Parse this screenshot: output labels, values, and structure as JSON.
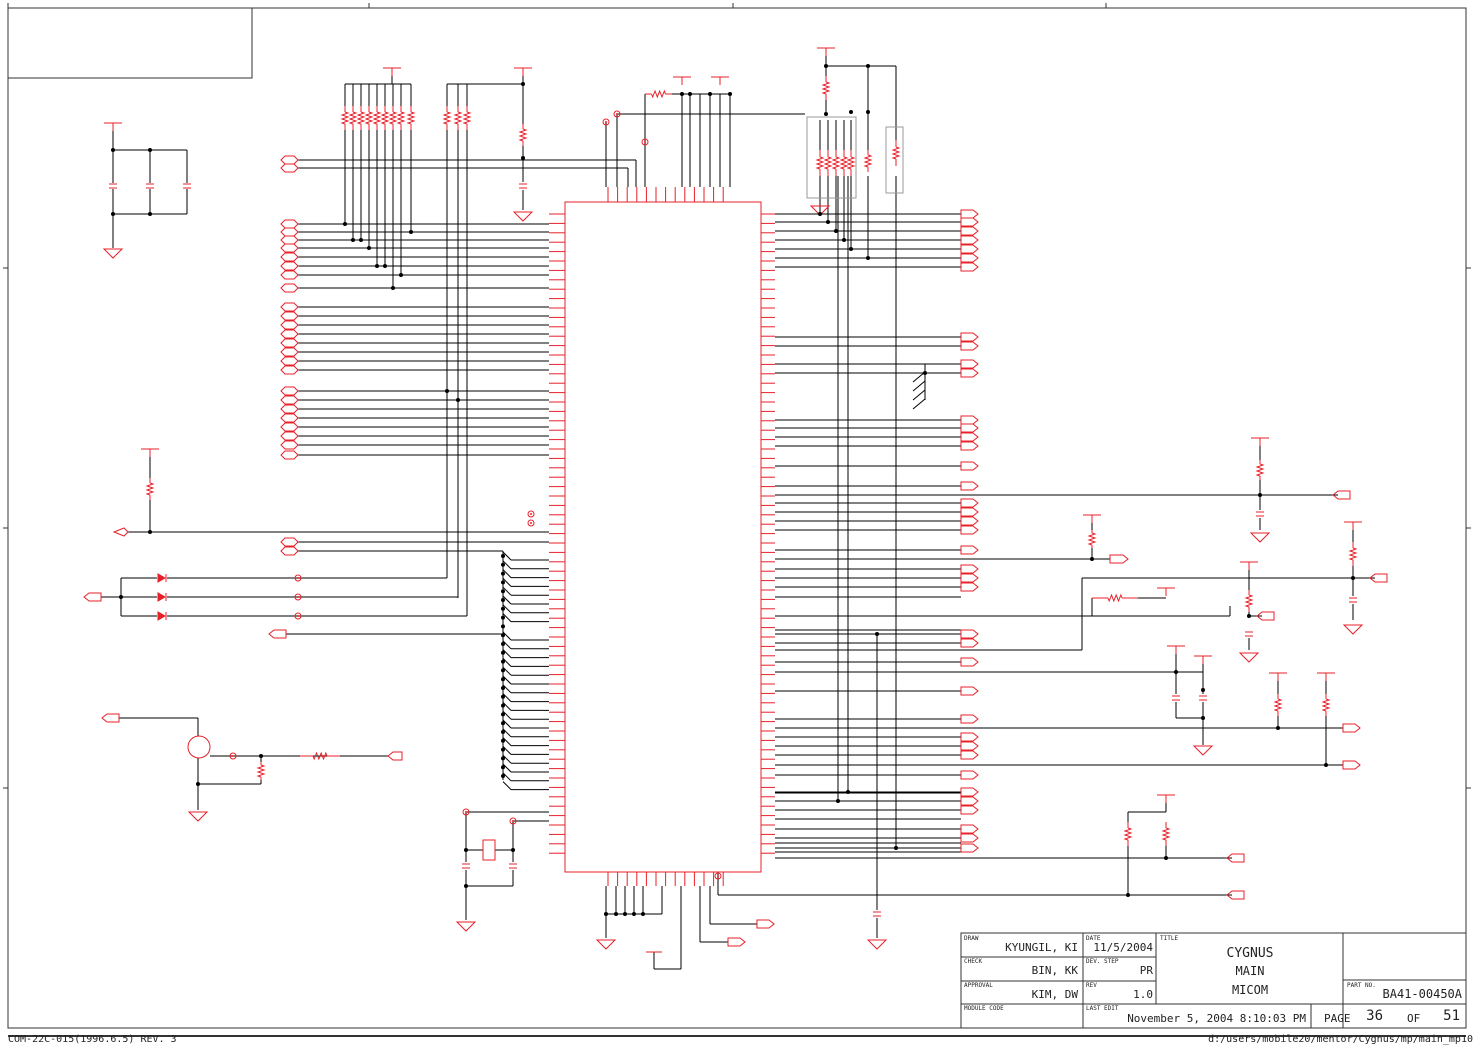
{
  "title_block": {
    "draw_label": "DRAW",
    "draw_value": "KYUNGIL, KI",
    "check_label": "CHECK",
    "check_value": "BIN, KK",
    "approval_label": "APPROVAL",
    "approval_value": "KIM, DW",
    "module_code_label": "MODULE CODE",
    "date_label": "DATE",
    "date_value": "11/5/2004",
    "dev_step_label": "DEV. STEP",
    "dev_step_value": "PR",
    "rev_label": "REV",
    "rev_value": "1.0",
    "last_edit_label": "LAST EDIT",
    "last_edit_value": "November 5, 2004  8:10:03 PM",
    "title_label": "TITLE",
    "title_line1": "CYGNUS",
    "title_line2": "MAIN",
    "title_line3": "MICOM",
    "part_no_label": "PART NO.",
    "part_no_value": "BA41-00450A",
    "page_label": "PAGE",
    "page_value": "36",
    "of_label": "OF",
    "total_pages": "51"
  },
  "footer": {
    "left": "COM-22C-015(1996.6.5) REV. 3",
    "right": "d:/users/mobile20/mentor/Cygnus/mp/main_mp10"
  },
  "colors": {
    "component": "#e8202a",
    "wire": "#000000",
    "frame": "#333333"
  }
}
